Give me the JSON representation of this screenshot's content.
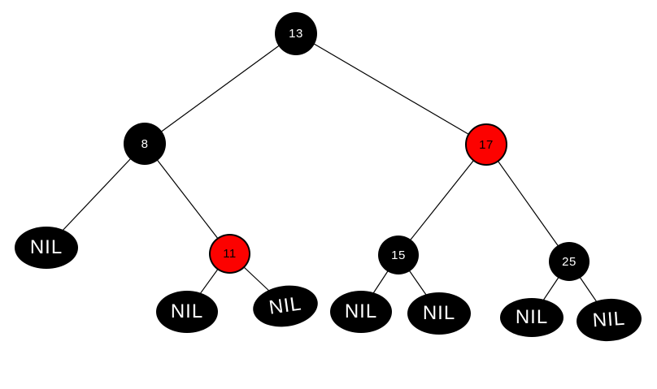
{
  "diagram": {
    "type": "red-black-tree",
    "background": "#ffffff",
    "colors": {
      "black_node_fill": "#000000",
      "red_node_fill": "#fc0200",
      "red_node_border": "#000000",
      "text_on_black": "#ffffff",
      "text_on_red": "#000000",
      "edge_stroke": "#000000"
    },
    "nodes": [
      {
        "id": "13",
        "label": "13",
        "color": "black",
        "role": "root"
      },
      {
        "id": "8",
        "label": "8",
        "color": "black"
      },
      {
        "id": "17",
        "label": "17",
        "color": "red"
      },
      {
        "id": "nil-a",
        "label": "NIL",
        "color": "black"
      },
      {
        "id": "11",
        "label": "11",
        "color": "red"
      },
      {
        "id": "nil-b",
        "label": "NIL",
        "color": "black"
      },
      {
        "id": "nil-c",
        "label": "NIL",
        "color": "black"
      },
      {
        "id": "15",
        "label": "15",
        "color": "black"
      },
      {
        "id": "nil-d",
        "label": "NIL",
        "color": "black"
      },
      {
        "id": "nil-e",
        "label": "NIL",
        "color": "black"
      },
      {
        "id": "25",
        "label": "25",
        "color": "black"
      },
      {
        "id": "nil-f",
        "label": "NIL",
        "color": "black"
      },
      {
        "id": "nil-g",
        "label": "NIL",
        "color": "black"
      }
    ],
    "edges": [
      {
        "from": "13",
        "to": "8"
      },
      {
        "from": "13",
        "to": "17"
      },
      {
        "from": "8",
        "to": "nil-a"
      },
      {
        "from": "8",
        "to": "11"
      },
      {
        "from": "11",
        "to": "nil-b"
      },
      {
        "from": "11",
        "to": "nil-c"
      },
      {
        "from": "17",
        "to": "15"
      },
      {
        "from": "17",
        "to": "25"
      },
      {
        "from": "15",
        "to": "nil-d"
      },
      {
        "from": "15",
        "to": "nil-e"
      },
      {
        "from": "25",
        "to": "nil-f"
      },
      {
        "from": "25",
        "to": "nil-g"
      }
    ]
  }
}
